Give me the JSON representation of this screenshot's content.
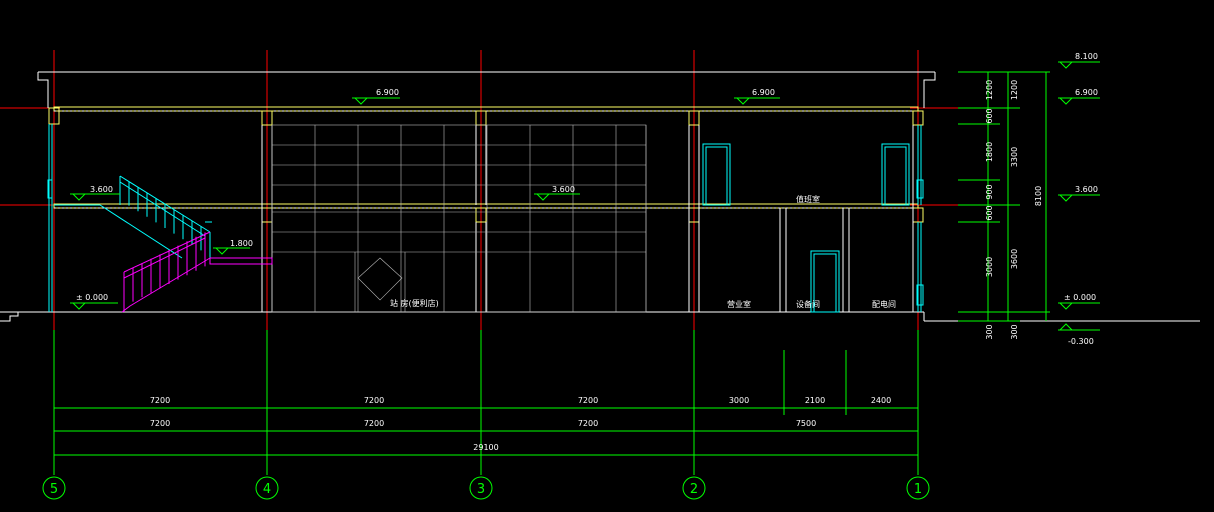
{
  "drawing": {
    "colors": {
      "background": "#000000",
      "outline": "#ffffff",
      "axis_line": "#ff0000",
      "dimension": "#00ff00",
      "slab": "#ffff66",
      "stair_upper": "#00ffff",
      "stair_lower": "#ff00ff",
      "window_grid": "#bbbbbb"
    },
    "axes": [
      "5",
      "4",
      "3",
      "2",
      "1"
    ],
    "levels": {
      "roof": "8.100",
      "upper_floor_a": "6.900",
      "upper_floor_b": "6.900",
      "stair_landing": "3.600",
      "mid_floor_a": "3.600",
      "mid_floor_b": "3.600",
      "half_landing": "1.800",
      "ground": "± 0.000",
      "ground_right": "± 0.000",
      "outdoor": "-0.300"
    },
    "rooms": {
      "shop": "站 房(便利店)",
      "duty_room": "值班室",
      "business_room": "营业室",
      "equipment_room": "设备间",
      "power_room": "配电间"
    },
    "dims_row1": [
      "7200",
      "7200",
      "7200",
      "3000",
      "2100",
      "2400"
    ],
    "dims_row2": [
      "7200",
      "7200",
      "7200",
      "7500"
    ],
    "dims_total": "29100",
    "vertical_dims": {
      "chain_a": [
        "1200",
        "600",
        "1800",
        "900",
        "600",
        "3000",
        "300"
      ],
      "chain_b": [
        "1200",
        "3300",
        "3600",
        "300"
      ],
      "total": "8100"
    }
  }
}
